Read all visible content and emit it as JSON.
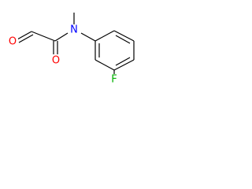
{
  "molecule": {
    "atoms": {
      "aldehyde_oxygen": {
        "element": "O",
        "color": "#ff0000"
      },
      "amide_oxygen": {
        "element": "O",
        "color": "#ff0000"
      },
      "amide_nitrogen": {
        "element": "N",
        "color": "#0000ff"
      },
      "fluorine": {
        "element": "F",
        "color": "#00b000"
      }
    },
    "bond_color": "#000000",
    "background_color": "#ffffff"
  }
}
